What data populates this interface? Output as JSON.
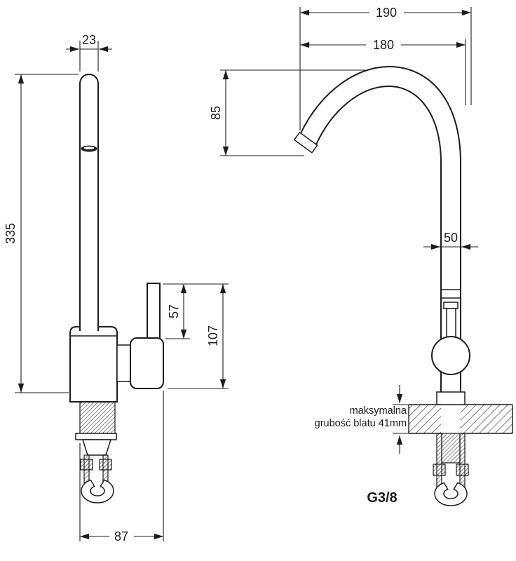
{
  "side_view": {
    "dim_spout_width": "23",
    "dim_total_height": "335",
    "dim_handle_upper": "57",
    "dim_handle_total": "107",
    "dim_base_depth": "87"
  },
  "front_view": {
    "dim_reach_top": "190",
    "dim_reach_inner": "180",
    "dim_spout_clearance": "85",
    "dim_body_diameter": "50",
    "counter_note_line1": "maksymalna",
    "counter_note_line2": "grubość blatu 41mm",
    "thread_size": "G3/8"
  },
  "colors": {
    "line": "#1c1c1c",
    "background": "#ffffff"
  }
}
